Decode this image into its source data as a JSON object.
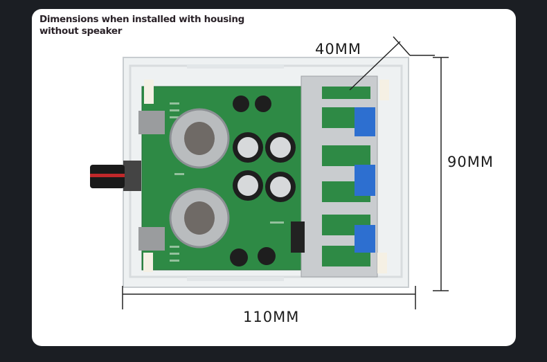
{
  "caption": {
    "line1": "Dimensions when installed with housing",
    "line2": "without speaker"
  },
  "dimensions": {
    "depth": "40MM",
    "height": "90MM",
    "width": "110MM"
  },
  "colors": {
    "background": "#1b1e23",
    "card": "#ffffff",
    "pcb": "#2e8a45",
    "heatsink": "#c9cccf",
    "terminal": "#2d6fd0"
  }
}
